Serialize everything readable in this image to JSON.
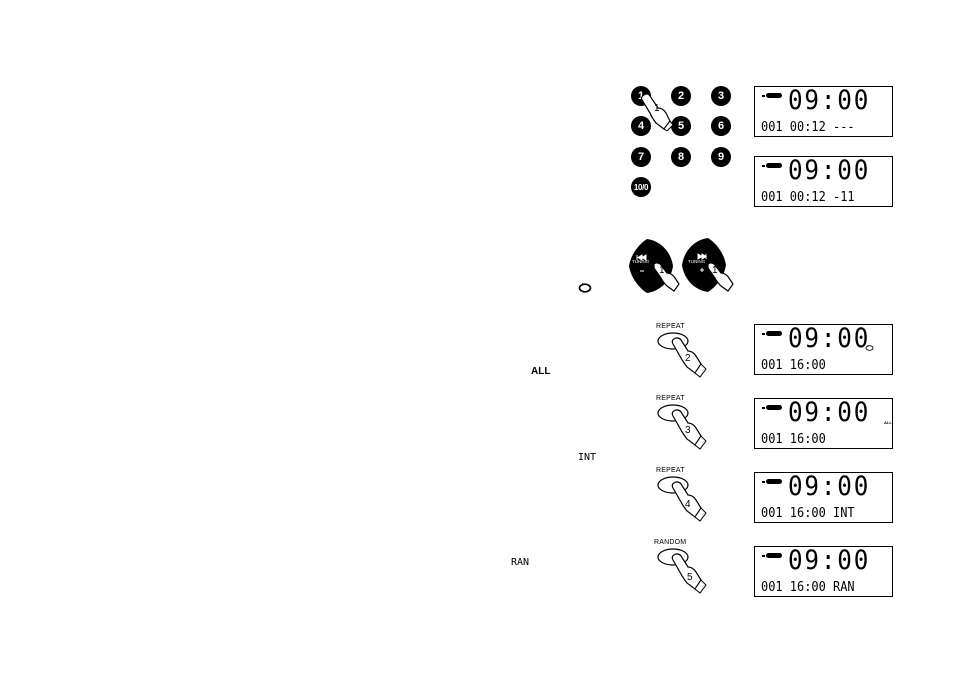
{
  "keypad": {
    "keys": [
      "1",
      "2",
      "3",
      "4",
      "5",
      "6",
      "7",
      "8",
      "9",
      "10/0"
    ],
    "press_step": "1"
  },
  "tuning": {
    "left_label": "TUNING",
    "right_label": "TUNING",
    "press_step": "1"
  },
  "repeat_buttons": [
    {
      "label": "REPEAT",
      "step": "2"
    },
    {
      "label": "REPEAT",
      "step": "3"
    },
    {
      "label": "REPEAT",
      "step": "4"
    }
  ],
  "random_button": {
    "label": "RANDOM",
    "step": "5"
  },
  "indicators": {
    "all": "ALL",
    "int": "INT",
    "ran": "RAN"
  },
  "lcd_panels": [
    {
      "clock": "09:00",
      "info": "001 00:12 ---",
      "indicator": ""
    },
    {
      "clock": "09:00",
      "info": "001 00:12 -11",
      "indicator": ""
    },
    {
      "clock": "09:00",
      "info": "001 16:00",
      "indicator": "repeat-one"
    },
    {
      "clock": "09:00",
      "info": "001 16:00",
      "indicator": "ALL"
    },
    {
      "clock": "09:00",
      "info": "001 16:00 INT",
      "indicator": ""
    },
    {
      "clock": "09:00",
      "info": "001 16:00 RAN",
      "indicator": ""
    }
  ]
}
